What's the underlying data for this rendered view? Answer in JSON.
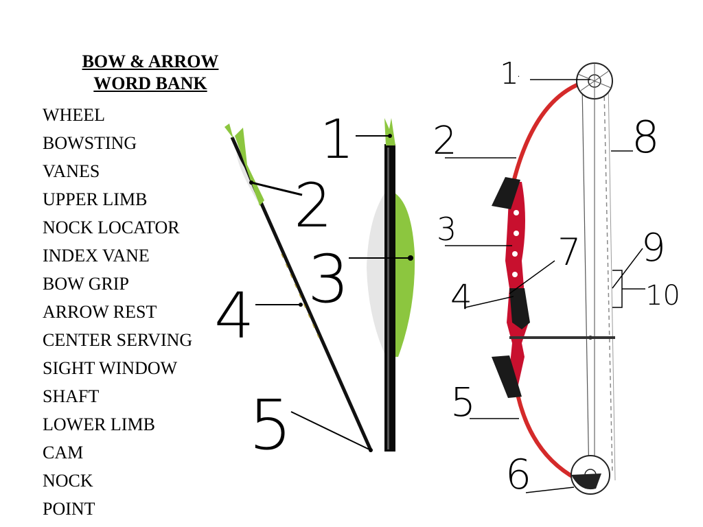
{
  "word_bank": {
    "title_line1": "BOW & ARROW",
    "title_line2": "WORD BANK",
    "terms": [
      "WHEEL",
      "BOWSTING",
      "VANES",
      "UPPER LIMB",
      "NOCK LOCATOR",
      "INDEX VANE",
      "BOW GRIP",
      "ARROW REST",
      "CENTER SERVING",
      "SIGHT WINDOW",
      "SHAFT",
      "LOWER LIMB",
      "CAM",
      "NOCK",
      "POINT"
    ]
  },
  "arrow_labels": [
    "1",
    "2",
    "3",
    "4",
    "5"
  ],
  "bow_labels": [
    "1",
    "2",
    "3",
    "4",
    "5",
    "6",
    "7",
    "8",
    "9",
    "10"
  ],
  "bow_label_1_suffix": ".",
  "colors": {
    "vane_green": "#8cc63f",
    "vane_white": "#e6e6e6",
    "limb_red": "#d42a2a",
    "riser_red": "#c8102e",
    "grip_black": "#1a1a1a"
  }
}
